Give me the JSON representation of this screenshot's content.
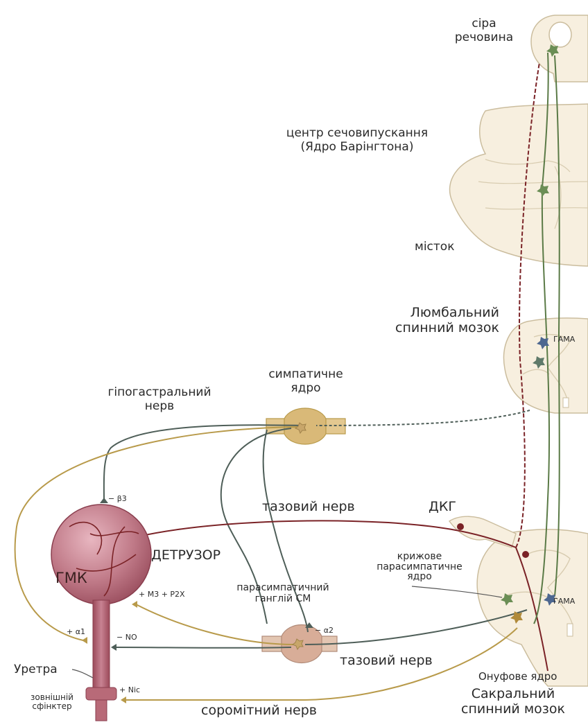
{
  "labels": {
    "grey_matter": [
      "сіра",
      "речовина"
    ],
    "micturition_center": [
      "центр сечовипускання",
      "(Ядро Барінгтона)"
    ],
    "pons": "місток",
    "lumbar_cord": [
      "Люмбальний",
      "спинний мозок"
    ],
    "sympathetic_nucleus": [
      "симпатичне",
      "ядро"
    ],
    "hypogastric_nerve": [
      "гіпогастральний",
      "нерв"
    ],
    "pelvic_nerve_top": "тазовий нерв",
    "drg": "ДКГ",
    "detrusor": "ДЕТРУЗОР",
    "smc": "ГМК",
    "sacral_parasympathetic_nucleus": [
      "крижове",
      "парасимпатичне",
      "ядро"
    ],
    "parasympathetic_ganglion": [
      "парасимпатичний",
      "ганглій СМ"
    ],
    "pelvic_nerve_bottom": "тазовий нерв",
    "urethra": "Уретра",
    "external_sphincter": [
      "зовнішній",
      "сфінктер"
    ],
    "pudendal_nerve": "соромітний нерв",
    "onuf_nucleus": "Онуфове ядро",
    "sacral_cord": [
      "Сакральний",
      "спинний мозок"
    ],
    "gaba_lumbar": "ГАМА",
    "gaba_sacral": "ГАМА"
  },
  "receptors": {
    "beta3": "− β3",
    "alpha1": "+ α1",
    "no": "− NO",
    "m3_p2x": "+ M3 + P2X",
    "alpha2": "− α2",
    "nic": "+ Nic"
  },
  "colors": {
    "sympathetic": "#b89a4a",
    "parasympathetic_pre": "#4e5e58",
    "afferent": "#7a2226",
    "descending": "#5a7a46",
    "bladder": "#b86a78",
    "tissue": "#f7efdf"
  }
}
